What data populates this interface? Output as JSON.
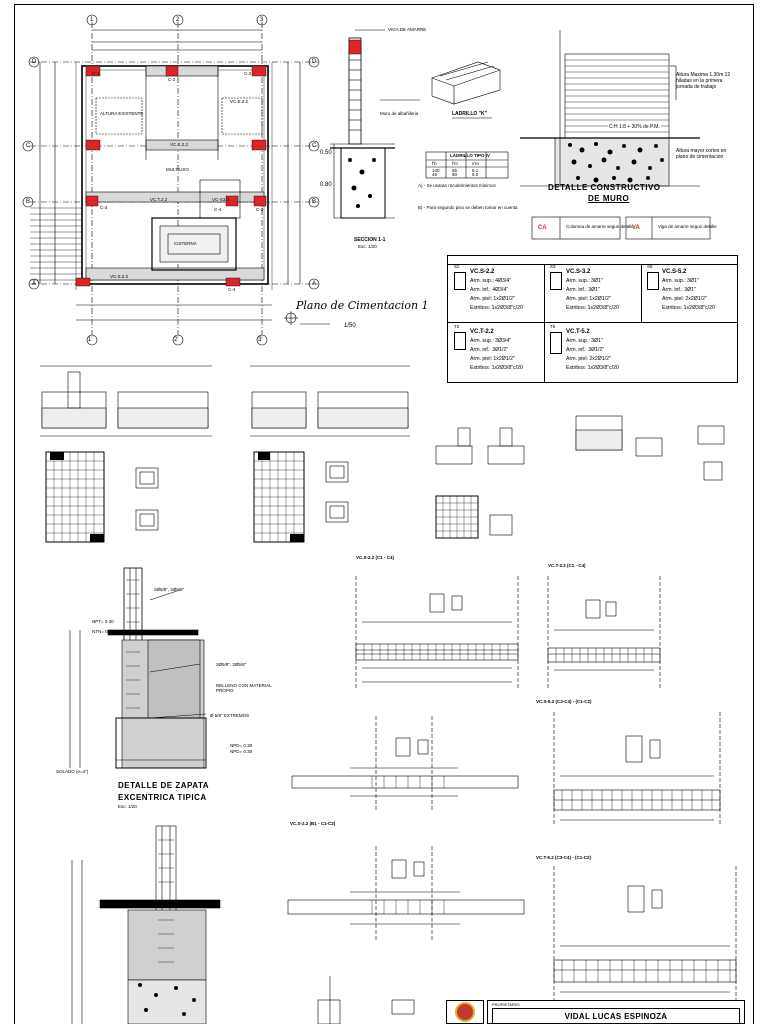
{
  "plan": {
    "title": "Plano de Cimentacion 1",
    "scale": "1/50",
    "axes_top": [
      "1",
      "2",
      "3"
    ],
    "axes_bottom": [
      "1'",
      "2'",
      "3'"
    ],
    "axes_left": [
      "D",
      "C",
      "B",
      "A"
    ],
    "room_labels": [
      "ALTURA EXISTENTE",
      "MULTIUSO",
      "VC.E.2.2",
      "VC.T.2.2",
      "VC.S.2.2",
      "VC.E.2.2",
      "CISTERNA",
      "VC-S3.3"
    ],
    "column_labels": [
      "C-1",
      "C-2",
      "C-2",
      "C-3",
      "C-4",
      "C-3",
      "C-4"
    ]
  },
  "section11": {
    "title": "SECCION 1-1",
    "scale": "Esc: 1/20",
    "labels": [
      "VIGA DE AMARRE",
      "Muro de albañileria",
      "0.50",
      "0.80"
    ]
  },
  "brick": {
    "caption": "LADRILLO \"K\""
  },
  "spec_table": {
    "title": "LADRILLO TIPO IV",
    "header": [
      "f'b",
      "f'm",
      "v'm"
    ],
    "rows": [
      [
        "130",
        "65",
        "8.1"
      ],
      [
        "45",
        "60",
        "9.0"
      ]
    ],
    "notes": [
      "A) - Se usaran recubrimientos minimos",
      "B) - Para segundo piso se deben tomar en cuenta"
    ]
  },
  "wall_detail": {
    "title_line1": "DETALLE CONSTRUCTIVO",
    "title_line2": "DE MURO",
    "note_top": "Altura Maxima 1.30m 12 hiladas en la primera jornada de trabajo",
    "note_fill": "C:H 1:8 + 30% de P.M.",
    "note_bottom": "Altura mayor cortes en plano de cimentacion"
  },
  "legend": [
    {
      "tag": "CA",
      "text": "Columna de amarre segun detalle"
    },
    {
      "tag": "VA",
      "text": "Viga de amarre segun detalle"
    }
  ],
  "beam_schedule": [
    {
      "name": "VC.S-2.2",
      "code": "S2",
      "lines": [
        "Arm. sup.: 4Ø3/4\"",
        "Arm. inf.: 4Ø3/4\"",
        "Arm. piel: 1x2Ø1/2\"",
        "Estribos: 1x2Ø3/8\"c/20"
      ]
    },
    {
      "name": "VC.S-3.2",
      "code": "S3",
      "lines": [
        "Arm. sup.: 3Ø1\"",
        "Arm. inf.: 3Ø1\"",
        "Arm. piel: 1x2Ø1/2\"",
        "Estribos: 1x2Ø3/8\"c/20"
      ]
    },
    {
      "name": "VC.S-5.2",
      "code": "S5",
      "lines": [
        "Arm. sup.: 3Ø1\"",
        "Arm. inf.: 3Ø1\"",
        "Arm. piel: 2x2Ø1/2\"",
        "Estribos: 1x2Ø3/8\"c/20"
      ]
    },
    {
      "name": "VC.T-2.2",
      "code": "T2",
      "lines": [
        "Arm. sup.: 3Ø3/4\"",
        "Arm. inf.: 3Ø1/2\"",
        "Arm. piel: 1x2Ø1/2\"",
        "Estribos: 1x2Ø3/8\"c/20"
      ]
    },
    {
      "name": "VC.T-5.2",
      "code": "T5",
      "lines": [
        "Arm. sup.: 3Ø1\"",
        "Arm. inf.: 3Ø1/2\"",
        "Arm. piel: 2x2Ø1/2\"",
        "Estribos: 1x2Ø3/8\"c/20"
      ]
    }
  ],
  "footing_detail": {
    "title_line1": "DETALLE DE ZAPATA",
    "title_line2": "EXCENTRICA TIPICA",
    "scale": "Esc: 1/20",
    "notes": [
      "2Ø5/8\", 2Ø5/8\"",
      "NPT= 0.30",
      "NTN= 0.15",
      "2Ø5/8\", 2Ø5/8\"",
      "RELLENO CON MATERIAL PROPIO",
      "Ø 5/8\" EXTREMOS",
      "NPD= 0.30",
      "NPD= 0.30",
      "SOLADO (e=4\")"
    ]
  },
  "beam_details": [
    "VC.S-2.2 (C1 - C4)",
    "VC.T-2.2 (C1 - C4)",
    "VC.S-5.2 (C3-C4) - (C1-C2)",
    "VC.S-2.2 (B1 - C1-C2)",
    "VC.T-5.2 (C3-C4) - (C1-C2)"
  ],
  "titleblock": {
    "owner_label": "PROPIETARIO:",
    "owner_name": "VIDAL LUCAS ESPINOZA"
  }
}
